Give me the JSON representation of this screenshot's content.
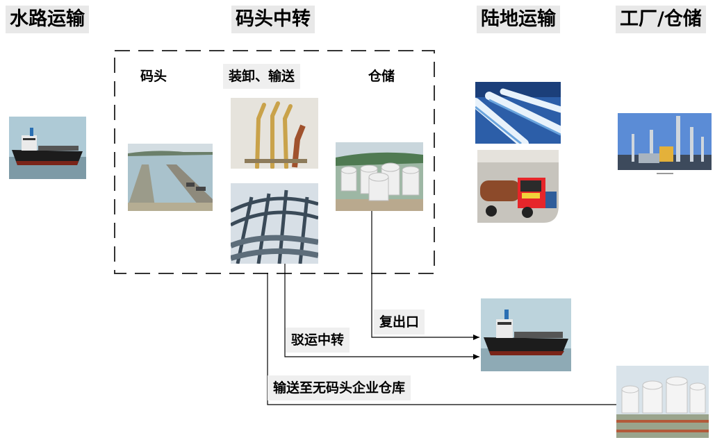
{
  "headers": {
    "water": "水路运输",
    "dock": "码头中转",
    "land": "陆地运输",
    "factory": "工厂/仓储"
  },
  "labels": {
    "wharf": "码头",
    "loading": "装卸、输送",
    "storage": "仓储",
    "reexport": "复出口",
    "lighter": "驳运中转",
    "convey": "输送至无码头企业仓库"
  },
  "icons": {
    "ship_left": "tanker-ship-icon",
    "jetty": "jetty-photo",
    "loading_arms": "loading-arms-photo",
    "pipework": "pipework-photo",
    "tank_farm": "tank-farm-photo",
    "pipeline": "pipeline-photo",
    "tank_truck": "tank-truck-photo",
    "refinery": "refinery-photo",
    "ship_right": "tanker-ship-icon",
    "storage_tanks": "storage-tanks-photo"
  },
  "colors": {
    "header_bg": "#e8e8e8",
    "label_bg": "#efefef",
    "line": "#000000"
  }
}
